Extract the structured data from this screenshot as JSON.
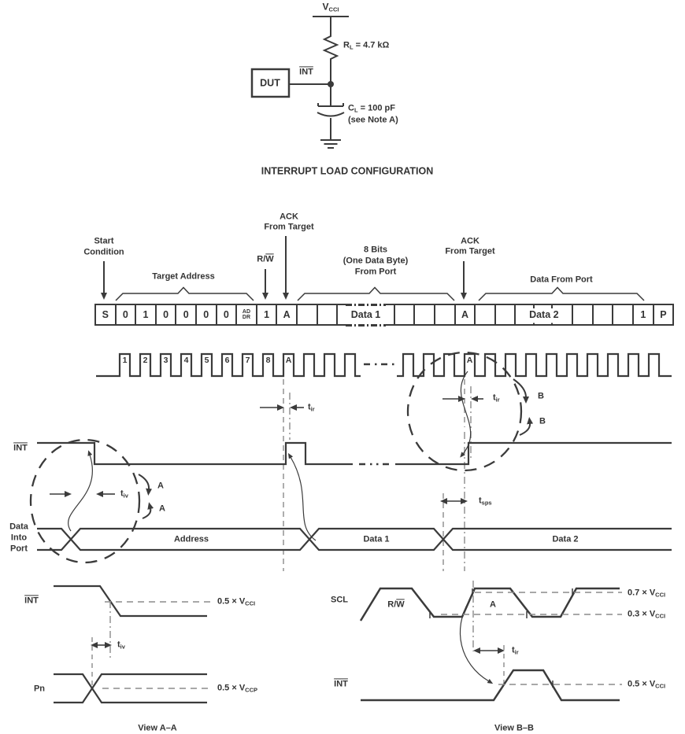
{
  "colors": {
    "line": "#3b3b3b",
    "dashed": "#8c8c8c",
    "text": "#333333"
  },
  "circuit": {
    "vcc_main": "V",
    "vcc_sub": "CCI",
    "res_main": "R",
    "res_sub": "L",
    "res_rest": " = 4.7 kΩ",
    "dut": "DUT",
    "int_over": "INT",
    "cap_main": "C",
    "cap_sub": "L",
    "cap_rest": " = 100 pF",
    "cap_note": "(see Note A)",
    "title": "INTERRUPT LOAD CONFIGURATION"
  },
  "frame": {
    "start1": "Start",
    "start2": "Condition",
    "target_address": "Target Address",
    "rw_pre": "R/",
    "rw_over": "W",
    "ack1_1": "ACK",
    "ack1_2": "From Target",
    "bits1": "8 Bits",
    "bits2": "(One Data Byte)",
    "bits3": "From Port",
    "ack2_1": "ACK",
    "ack2_2": "From Target",
    "data_from_port": "Data From Port",
    "addr1": "AD",
    "addr2": "DR",
    "cells": [
      "S",
      "0",
      "1",
      "0",
      "0",
      "0",
      "0",
      "",
      "1",
      "A",
      "",
      "",
      "Data 1",
      "",
      "",
      "",
      "A",
      "",
      "",
      "Data 2",
      "",
      "",
      "",
      "1",
      "P"
    ]
  },
  "clock": {
    "labels": [
      "1",
      "2",
      "3",
      "4",
      "5",
      "6",
      "7",
      "8",
      "A"
    ],
    "ack2": "A"
  },
  "timing": {
    "int_over": "INT",
    "port1": "Data",
    "port2": "Into",
    "port3": "Port",
    "bus_address": "Address",
    "bus_data1": "Data 1",
    "bus_data2": "Data 2",
    "t_ir_m": "t",
    "t_ir_s": "ir",
    "t_iv_m": "t",
    "t_iv_s": "iv",
    "t_sps_m": "t",
    "t_sps_s": "sps",
    "a": "A",
    "b": "B"
  },
  "view_a": {
    "int_over": "INT",
    "pn": "Pn",
    "ref_int_pre": "0.5 × V",
    "ref_int_sub": "CCI",
    "ref_pn_pre": "0.5 × V",
    "ref_pn_sub": "CCP",
    "t_m": "t",
    "t_s": "iv",
    "caption": "View A–A"
  },
  "view_b": {
    "scl": "SCL",
    "rw_pre": "R/",
    "rw_over": "W",
    "a": "A",
    "int_over": "INT",
    "ref07_pre": "0.7 × V",
    "ref07_sub": "CCI",
    "ref03_pre": "0.3 × V",
    "ref03_sub": "CCI",
    "ref05_pre": "0.5 × V",
    "ref05_sub": "CCI",
    "t_m": "t",
    "t_s": "ir",
    "caption": "View B–B"
  }
}
